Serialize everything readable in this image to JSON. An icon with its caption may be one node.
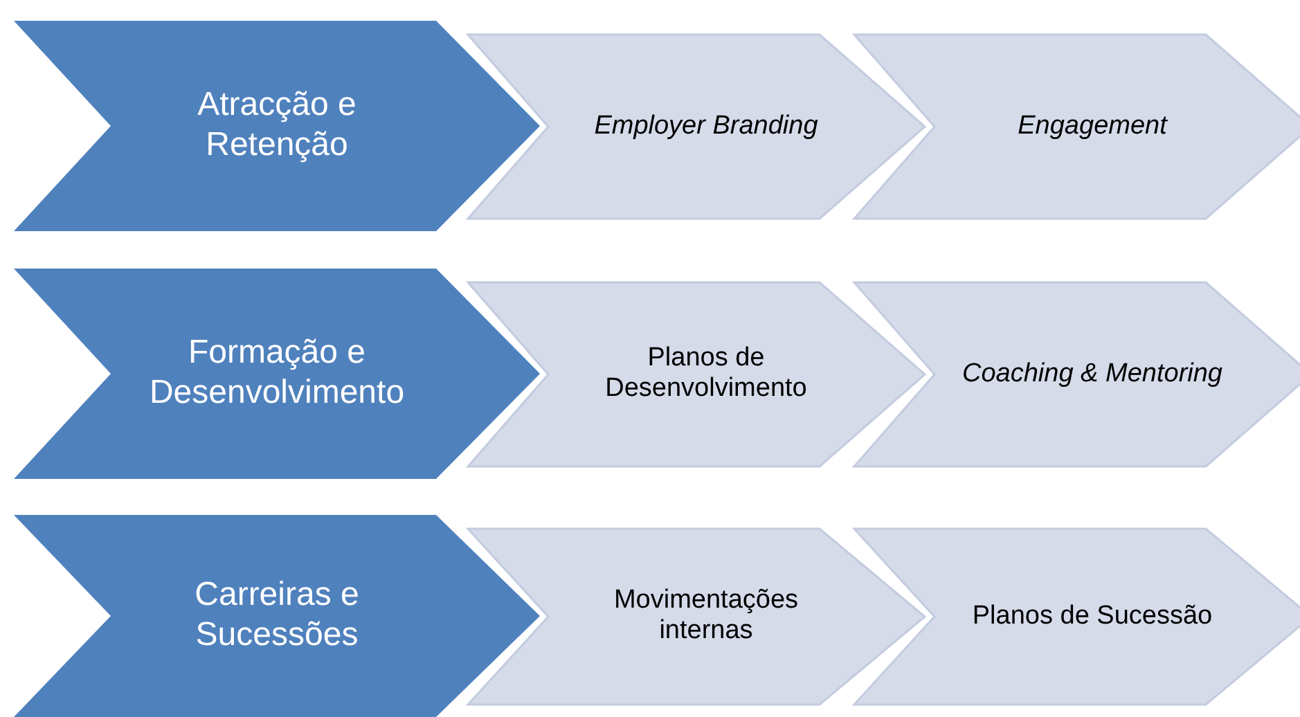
{
  "diagram": {
    "nodes": [
      {
        "text": [
          "Atracção e Retenção"
        ]
      },
      {
        "text": [
          "Employer Branding"
        ]
      },
      {
        "text": [
          "Engagement"
        ]
      },
      {
        "text": [
          "Formação e Desenvolvimento"
        ]
      },
      {
        "text": [
          "Planos de Desenvolvimento"
        ]
      },
      {
        "text": [
          "Coaching & Mentoring"
        ]
      },
      {
        "text": [
          "Carreiras e Sucessões"
        ]
      },
      {
        "text": [
          "Movimentações internas"
        ]
      },
      {
        "text": [
          "Planos de Sucessão"
        ]
      }
    ]
  }
}
